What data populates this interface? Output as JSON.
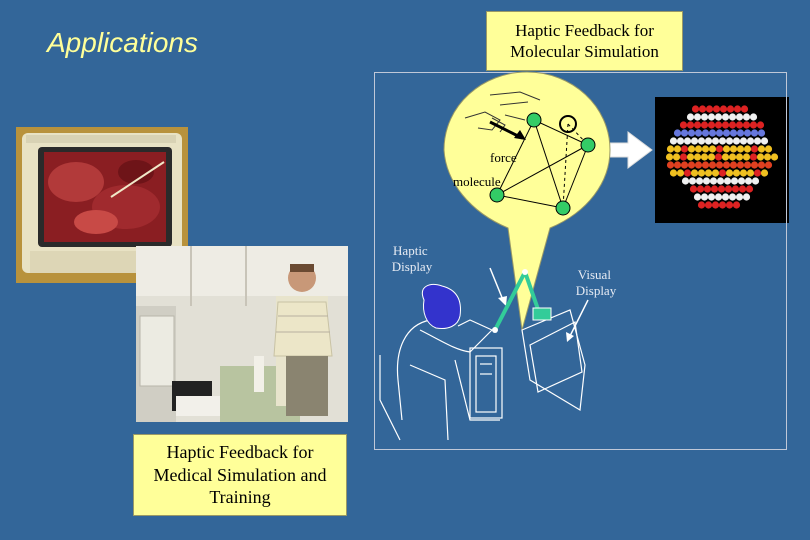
{
  "slide": {
    "title": "Applications",
    "molecular_label": "Haptic Feedback for\nMolecular Simulation",
    "medical_label": "Haptic Feedback for\nMedical Simulation and\nTraining"
  },
  "diagram": {
    "force_label": "force",
    "molecule_label": "molecule",
    "haptic_display_label": "Haptic\nDisplay",
    "visual_display_label": "Visual\nDisplay"
  },
  "colors": {
    "background": "#336699",
    "title": "#ffff99",
    "label_box": "#ffff99",
    "callout_bubble": "#ffff99",
    "atom_node": "#33cc66",
    "haptic_arm": "#33cc99",
    "user_head": "#3333cc"
  }
}
